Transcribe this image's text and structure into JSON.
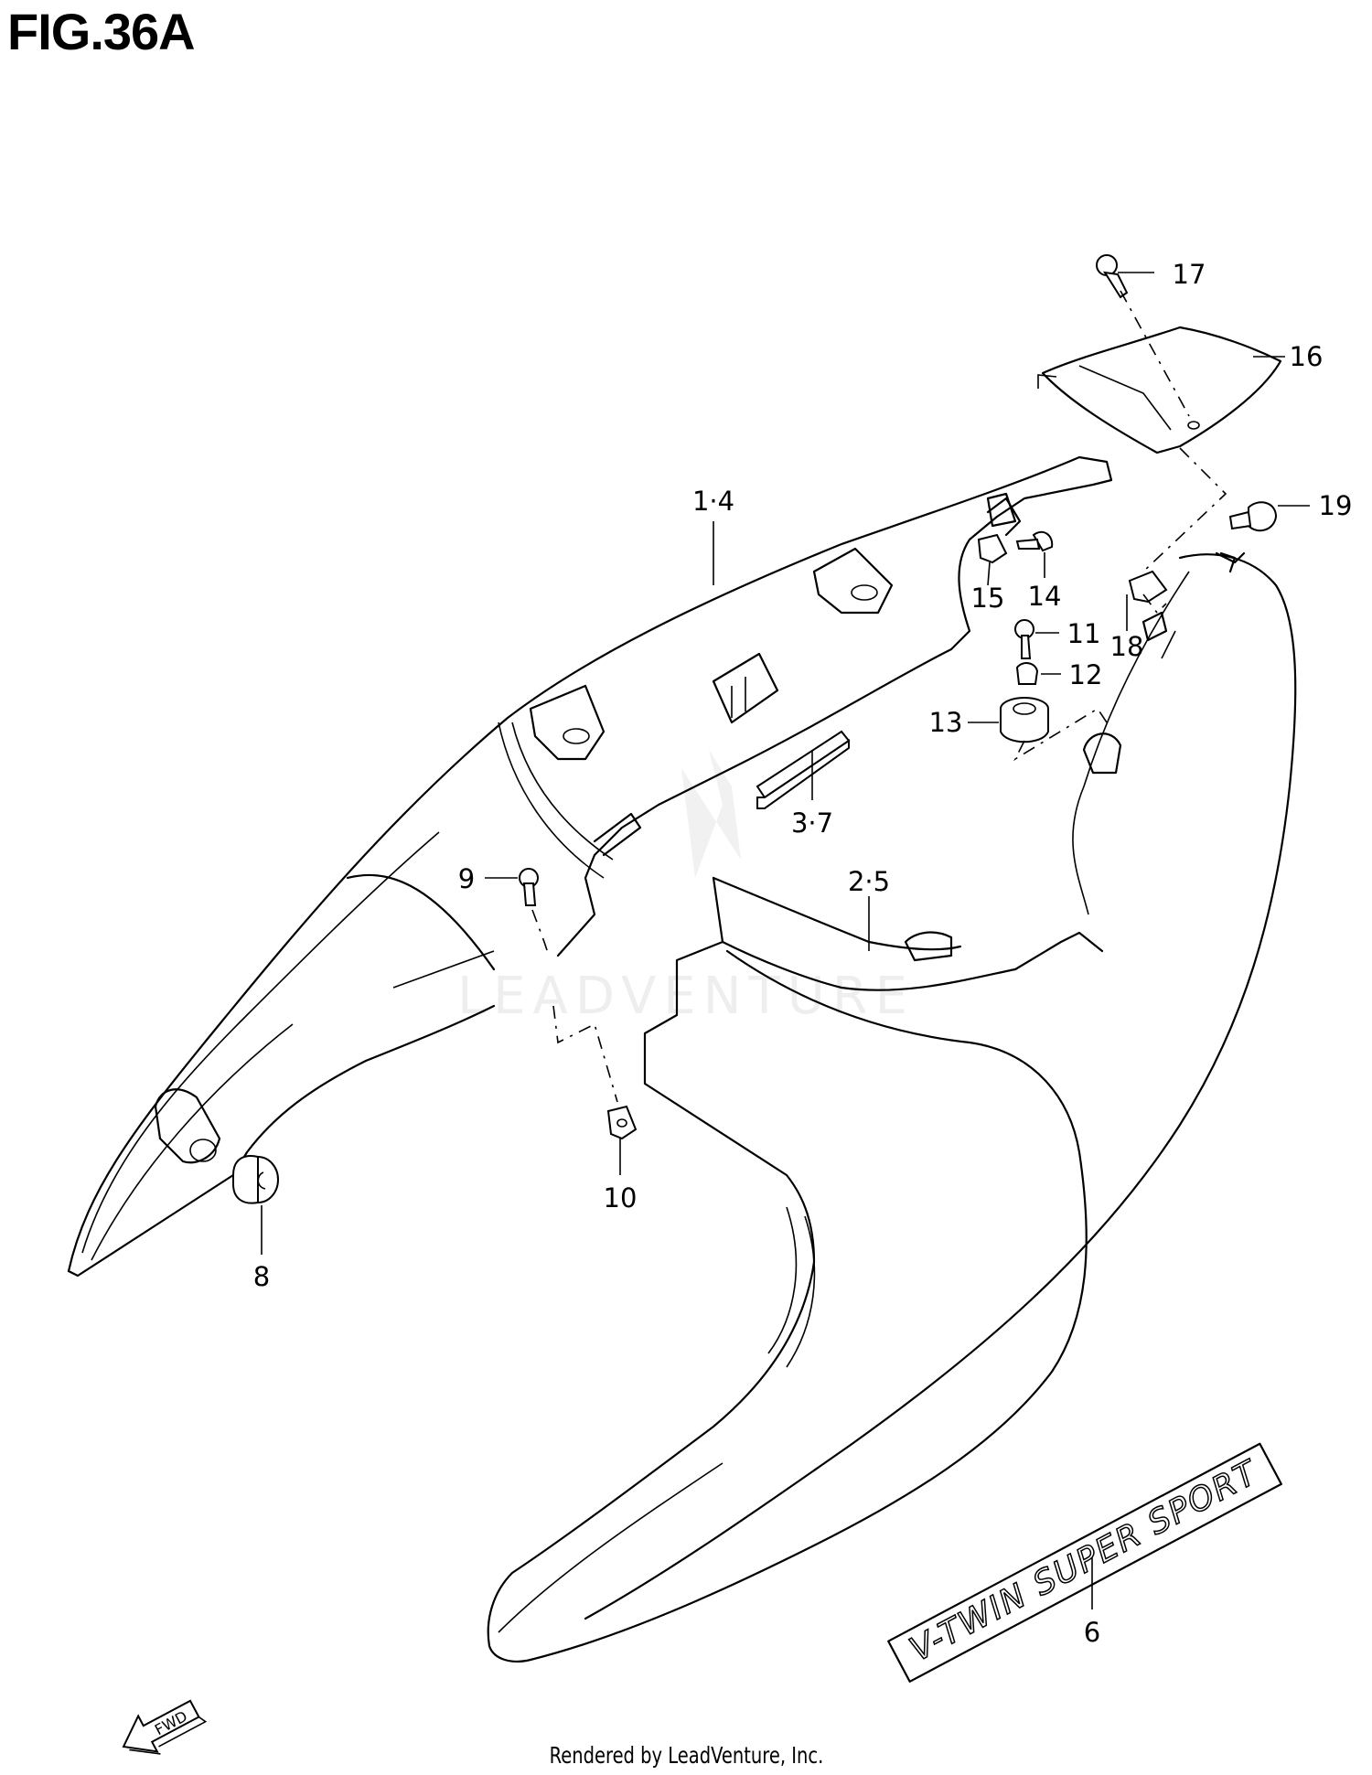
{
  "figure": {
    "title": "FIG.36A"
  },
  "callouts": [
    {
      "id": "1-4",
      "label": "1·4"
    },
    {
      "id": "2-5",
      "label": "2·5"
    },
    {
      "id": "3-7",
      "label": "3·7"
    },
    {
      "id": "6",
      "label": "6"
    },
    {
      "id": "8",
      "label": "8"
    },
    {
      "id": "9",
      "label": "9"
    },
    {
      "id": "10",
      "label": "10"
    },
    {
      "id": "11",
      "label": "11"
    },
    {
      "id": "12",
      "label": "12"
    },
    {
      "id": "13",
      "label": "13"
    },
    {
      "id": "14",
      "label": "14"
    },
    {
      "id": "15",
      "label": "15"
    },
    {
      "id": "16",
      "label": "16"
    },
    {
      "id": "17",
      "label": "17"
    },
    {
      "id": "18",
      "label": "18"
    },
    {
      "id": "19",
      "label": "19"
    }
  ],
  "decal": {
    "text": "V-TWIN SUPER SPORT"
  },
  "direction_arrow": {
    "label": "FWD"
  },
  "watermark": {
    "text": "LEADVENTURE"
  },
  "footer": {
    "text": "Rendered by LeadVenture, Inc."
  }
}
